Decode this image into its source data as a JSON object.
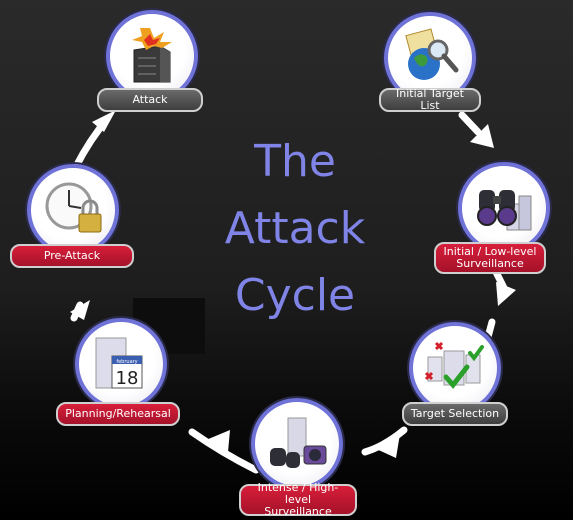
{
  "title": {
    "line1": "The",
    "line2": "Attack",
    "line3": "Cycle"
  },
  "colors": {
    "title": "#7f84e6",
    "ring": "#6f72d6",
    "label_gray": "#4e4e4e",
    "label_red": "#c0182f",
    "arrow": "#ffffff"
  },
  "stages": [
    {
      "id": "initial-target-list",
      "label": "Initial Target List",
      "style": "gray",
      "icon": "globe-magnifier-icon"
    },
    {
      "id": "low-level-surveillance",
      "label": "Initial / Low-level\nSurveillance",
      "style": "red",
      "icon": "binoculars-buildings-icon"
    },
    {
      "id": "target-selection",
      "label": "Target Selection",
      "style": "gray",
      "icon": "buildings-checkmark-icon"
    },
    {
      "id": "high-level-surveillance",
      "label": "Intense / High-level\nSurveillance",
      "style": "red",
      "icon": "binoculars-camera-icon"
    },
    {
      "id": "planning-rehearsal",
      "label": "Planning/Rehearsal",
      "style": "red",
      "icon": "building-calendar-icon"
    },
    {
      "id": "pre-attack",
      "label": "Pre-Attack",
      "style": "red",
      "icon": "clock-padlock-icon"
    },
    {
      "id": "attack",
      "label": "Attack",
      "style": "gray",
      "icon": "exploding-building-icon"
    }
  ],
  "calendar": {
    "month": "february",
    "day": "18"
  }
}
